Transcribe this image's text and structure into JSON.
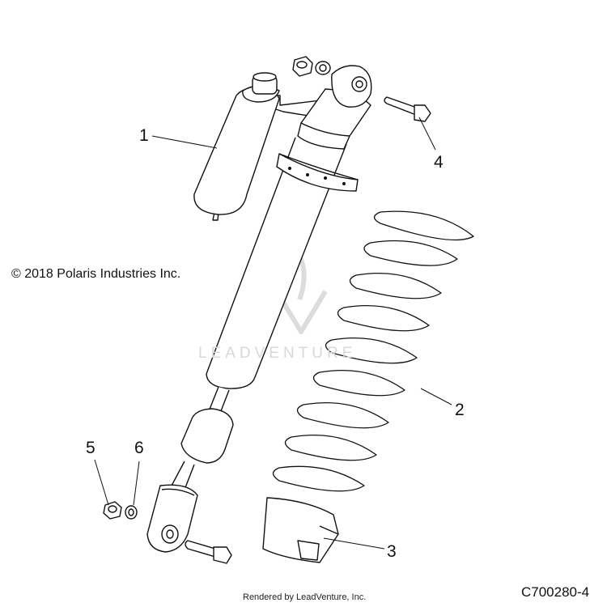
{
  "copyright": "© 2018 Polaris Industries Inc.",
  "footer_credit": "Rendered by LeadVenture, Inc.",
  "diagram_code": "C700280-4",
  "watermark": "LEADVENTURE",
  "callouts": {
    "c1": "1",
    "c2": "2",
    "c3": "3",
    "c4": "4",
    "c5": "5",
    "c6": "6"
  }
}
